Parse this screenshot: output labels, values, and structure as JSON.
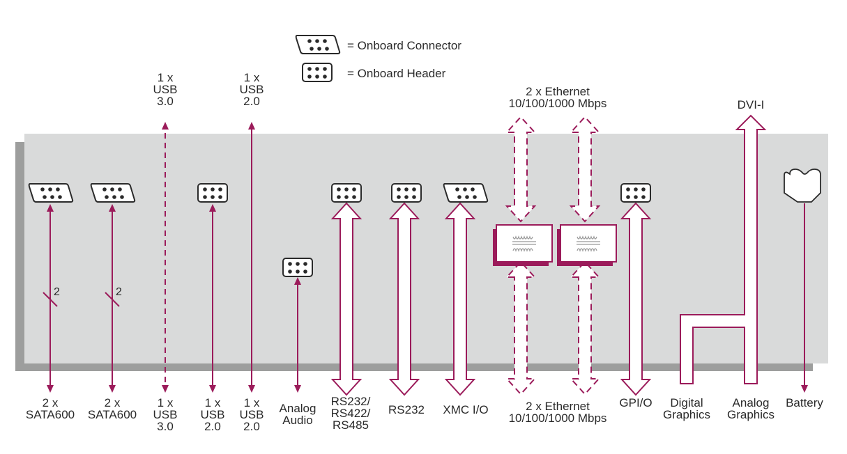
{
  "colors": {
    "accent": "#9b1b5a",
    "board": "#d9dada",
    "board_shadow": "#9d9e9d",
    "connector_fill": "#ffffff",
    "connector_stroke": "#2a2a2a",
    "text": "#2a2a2a"
  },
  "legend": {
    "connector": {
      "icon": "onboard-connector-icon",
      "label": "= Onboard Connector"
    },
    "header": {
      "icon": "onboard-header-icon",
      "label": "= Onboard Header"
    }
  },
  "top_labels": {
    "usb30": "1 x\nUSB\n3.0",
    "usb20": "1 x\nUSB\n2.0",
    "ethernet": "2 x Ethernet\n10/100/1000 Mbps",
    "dvi": "DVI-I"
  },
  "bus_width_labels": [
    "2",
    "2"
  ],
  "bottom_labels": [
    {
      "id": "sata1",
      "text": "2 x\nSATA600"
    },
    {
      "id": "sata2",
      "text": "2 x\nSATA600"
    },
    {
      "id": "usb30",
      "text": "1 x\nUSB\n3.0"
    },
    {
      "id": "usb20a",
      "text": "1 x\nUSB\n2.0"
    },
    {
      "id": "usb20b",
      "text": "1 x\nUSB\n2.0"
    },
    {
      "id": "audio",
      "text": "Analog\nAudio"
    },
    {
      "id": "rs232-422-485",
      "text": "RS232/\nRS422/\nRS485"
    },
    {
      "id": "rs232",
      "text": "RS232"
    },
    {
      "id": "xmc",
      "text": "XMC I/O"
    },
    {
      "id": "ethernet",
      "text": "2 x Ethernet\n10/100/1000 Mbps"
    },
    {
      "id": "gpio",
      "text": "GPI/O"
    },
    {
      "id": "digital-graphics",
      "text": "Digital\nGraphics"
    },
    {
      "id": "analog-graphics",
      "text": "Analog\nGraphics"
    },
    {
      "id": "battery",
      "text": "Battery"
    }
  ]
}
